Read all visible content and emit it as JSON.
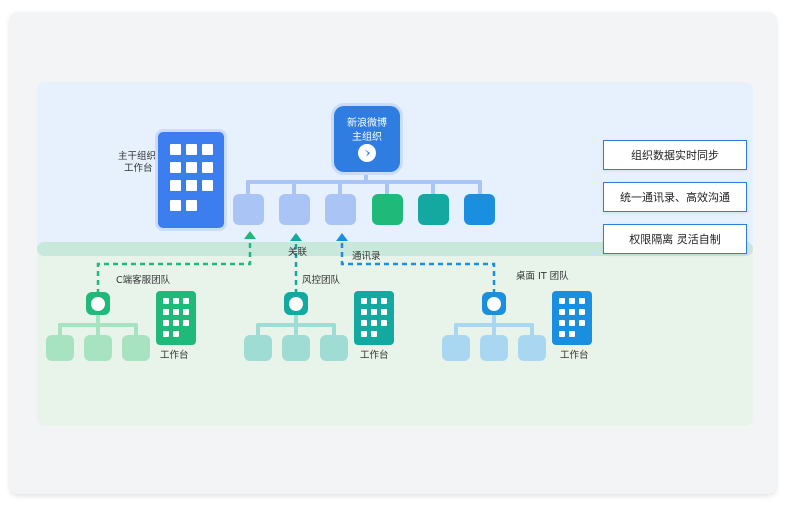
{
  "main_org": {
    "name": "新浪微博",
    "sub": "主组织"
  },
  "backbone": {
    "line1": "主干组织",
    "line2": "工作台"
  },
  "features": [
    "组织数据实时同步",
    "统一通讯录、高效沟通",
    "权限隔离   灵活自制"
  ],
  "links": {
    "association": "关联",
    "directory": "通讯录"
  },
  "teams": [
    {
      "name": "C端客服团队",
      "workbench": "工作台"
    },
    {
      "name": "风控团队",
      "workbench": "工作台"
    },
    {
      "name": "桌面 IT 团队",
      "workbench": "工作台"
    }
  ],
  "colors": {
    "blue": "#2f7de1",
    "green": "#1fb97a",
    "teal": "#13a8a0",
    "sky": "#1a8fe0"
  }
}
